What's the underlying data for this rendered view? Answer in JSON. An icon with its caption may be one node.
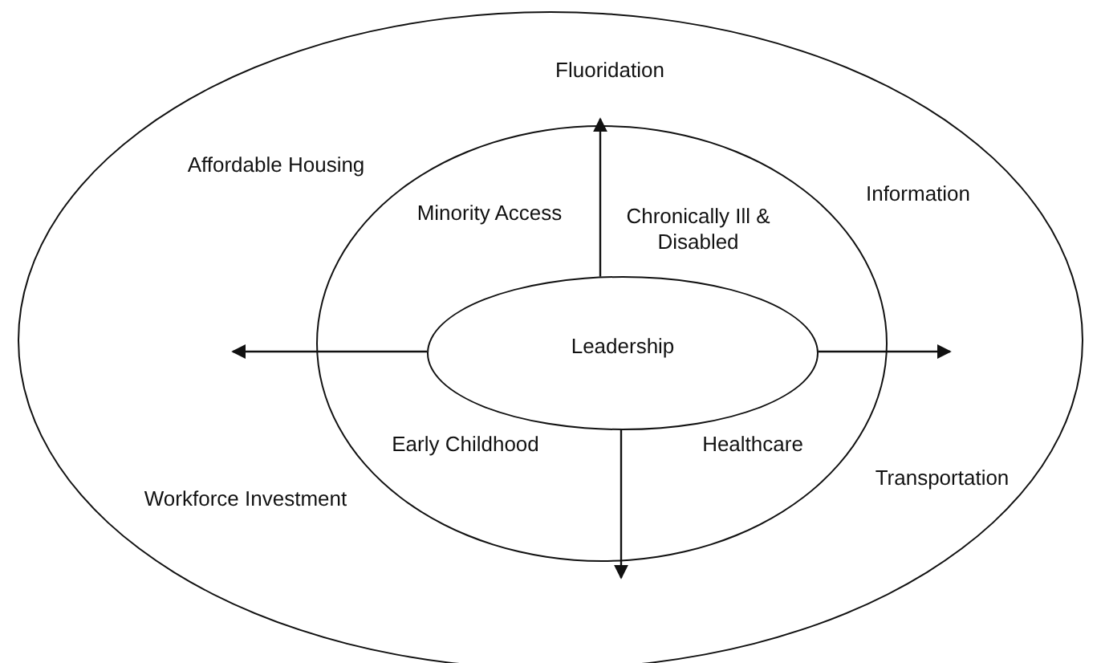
{
  "diagram": {
    "nodes": [
      {
        "text": [
          "Fluoridation",
          "Affordable Housing",
          "Information",
          "Workforce Investment",
          "Transportation"
        ]
      },
      {
        "text": [
          "Minority Access",
          "Chronically Ill & Disabled",
          "Early Childhood",
          "Healthcare"
        ],
        "in": 0
      },
      {
        "text": [
          "Leadership"
        ],
        "in": 1
      }
    ],
    "edges": [
      {
        "from": 2,
        "to": null,
        "arrow": "to"
      },
      {
        "from": 2,
        "to": null,
        "arrow": "to"
      },
      {
        "from": 2,
        "to": null,
        "arrow": "to"
      },
      {
        "from": 2,
        "to": null,
        "arrow": "to"
      }
    ]
  }
}
